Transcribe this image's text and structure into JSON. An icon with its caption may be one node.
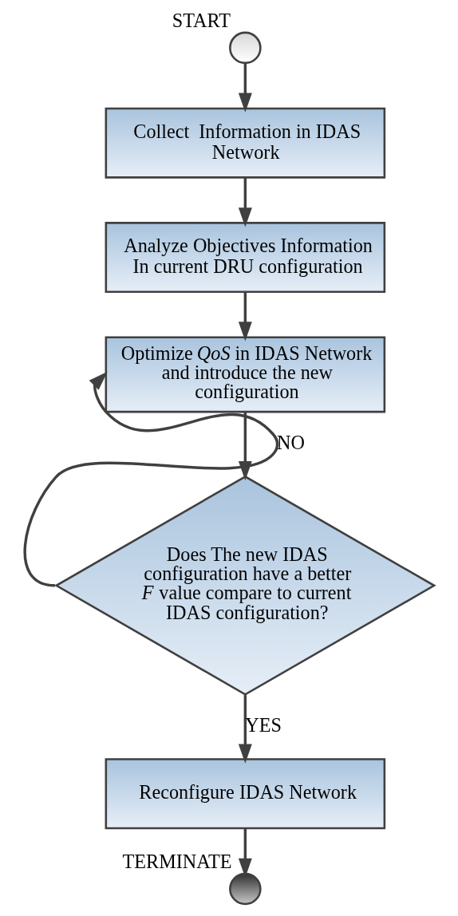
{
  "diagram": {
    "nodes": [
      {
        "text": [],
        "shape": "circle",
        "beside": [
          "START"
        ]
      },
      {
        "text": [
          "Collect  Information in IDAS Network"
        ]
      },
      {
        "text": [
          "Analyze Objectives Information In current DRU configuration"
        ]
      },
      {
        "text": [
          "Optimize *QoS* in IDAS Network and introduce the new configuration"
        ]
      },
      {
        "text": [
          "Does The new IDAS configuration have a better *F* value compare to current IDAS configuration?"
        ]
      },
      {
        "text": [
          "Reconfigure IDAS Network"
        ]
      },
      {
        "text": [],
        "shape": "circle",
        "beside": [
          "TERMINATE"
        ]
      }
    ],
    "edges": [
      {
        "from": 0,
        "to": 1,
        "arrow": "to"
      },
      {
        "from": 1,
        "to": 2,
        "arrow": "to"
      },
      {
        "from": 2,
        "to": 3,
        "arrow": "to"
      },
      {
        "from": 3,
        "to": 4,
        "arrow": "to"
      },
      {
        "from": 4,
        "to": 3,
        "arrow": "to",
        "label": "NO"
      },
      {
        "from": 4,
        "to": 5,
        "arrow": "to",
        "label": "YES"
      },
      {
        "from": 5,
        "to": 6,
        "arrow": "to"
      }
    ]
  }
}
